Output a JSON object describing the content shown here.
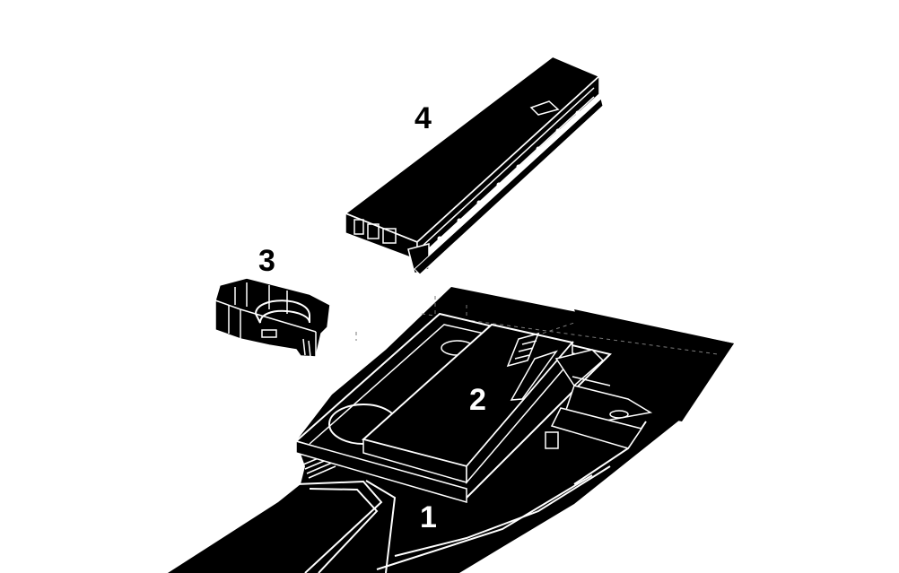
{
  "diagram": {
    "components": [
      {
        "id": "site-terrain",
        "label": "1"
      },
      {
        "id": "ground-floor-volume",
        "label": "2"
      },
      {
        "id": "curved-pavilion",
        "label": "3"
      },
      {
        "id": "upper-long-volume",
        "label": "4"
      }
    ],
    "colors": {
      "background": "#ffffff",
      "mass": "#000000",
      "linework": "#ffffff",
      "dashed": "#777777"
    }
  }
}
